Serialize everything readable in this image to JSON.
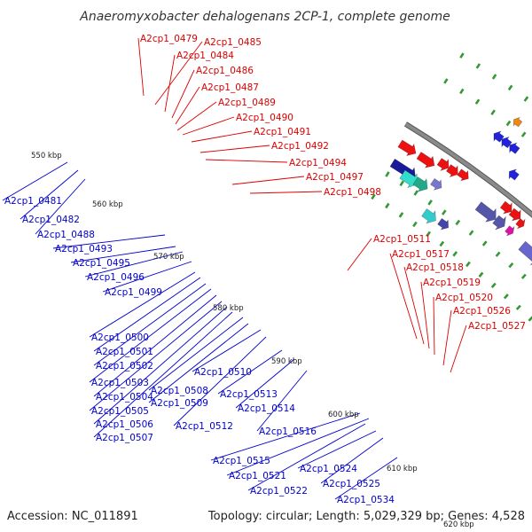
{
  "title": "Anaeromyxobacter dehalogenans 2CP-1, complete genome",
  "footer": {
    "accession": "Accession: NC_011891",
    "topology": "Topology: circular; Length: 5,029,329 bp; Genes: 4,528"
  },
  "colors": {
    "forward_label": "#dd0000",
    "reverse_label": "#0000cc",
    "backbone": "#8a8a8a",
    "tick_dot": "#339933"
  },
  "scale_labels": [
    "550 kbp",
    "560 kbp",
    "570 kbp",
    "580 kbp",
    "590 kbp",
    "600 kbp",
    "610 kbp",
    "620 kbp"
  ],
  "forward_genes": [
    "A2cp1_0479",
    "A2cp1_0485",
    "A2cp1_0484",
    "A2cp1_0486",
    "A2cp1_0487",
    "A2cp1_0489",
    "A2cp1_0490",
    "A2cp1_0491",
    "A2cp1_0492",
    "A2cp1_0494",
    "A2cp1_0497",
    "A2cp1_0498",
    "A2cp1_0511",
    "A2cp1_0517",
    "A2cp1_0518",
    "A2cp1_0519",
    "A2cp1_0520",
    "A2cp1_0526",
    "A2cp1_0527"
  ],
  "reverse_genes": [
    "A2cp1_0481",
    "A2cp1_0482",
    "A2cp1_0488",
    "A2cp1_0493",
    "A2cp1_0495",
    "A2cp1_0496",
    "A2cp1_0499",
    "A2cp1_0500",
    "A2cp1_0501",
    "A2cp1_0502",
    "A2cp1_0503",
    "A2cp1_0504",
    "A2cp1_0505",
    "A2cp1_0506",
    "A2cp1_0507",
    "A2cp1_0508",
    "A2cp1_0509",
    "A2cp1_0510",
    "A2cp1_0512",
    "A2cp1_0513",
    "A2cp1_0514",
    "A2cp1_0516",
    "A2cp1_0515",
    "A2cp1_0521",
    "A2cp1_0522",
    "A2cp1_0524",
    "A2cp1_0525",
    "A2cp1_0534"
  ]
}
